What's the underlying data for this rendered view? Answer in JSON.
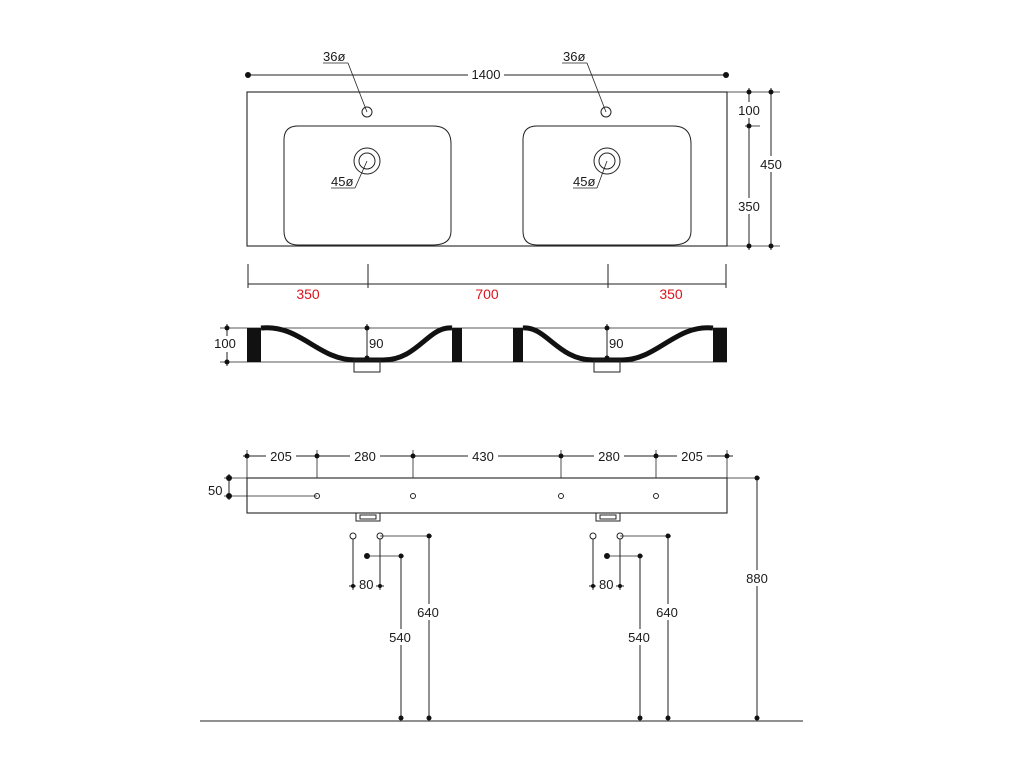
{
  "top_view": {
    "overall_width": "1400",
    "tap_hole_left": "36ø",
    "tap_hole_right": "36ø",
    "drain_left": "45ø",
    "drain_right": "45ø",
    "tap_offset": "100",
    "overall_depth": "450",
    "bowl_depth": "350",
    "red_left": "350",
    "red_center": "700",
    "red_right": "350"
  },
  "section_view": {
    "height": "100",
    "bowl_depth_left": "90",
    "bowl_depth_right": "90"
  },
  "front_view": {
    "spacing": [
      "205",
      "280",
      "430",
      "280",
      "205"
    ],
    "thickness": "50",
    "left_waste_spacing": "80",
    "left_waste_height_1": "640",
    "left_waste_height_2": "540",
    "right_waste_spacing": "80",
    "right_waste_height_1": "640",
    "right_waste_height_2": "540",
    "mount_height": "880"
  },
  "colors": {
    "red": "#d9141c",
    "line": "#222222"
  }
}
